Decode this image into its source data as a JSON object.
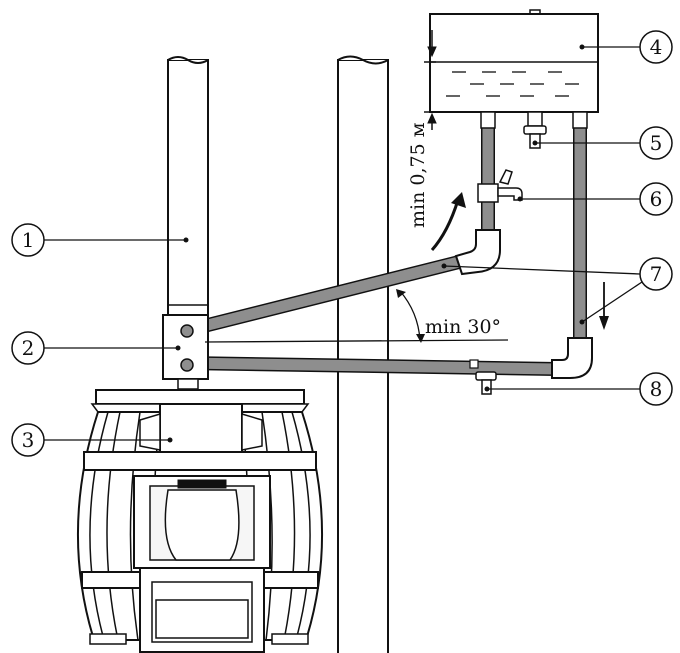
{
  "callouts": [
    {
      "id": "1",
      "text": "1"
    },
    {
      "id": "2",
      "text": "2"
    },
    {
      "id": "3",
      "text": "3"
    },
    {
      "id": "4",
      "text": "4"
    },
    {
      "id": "5",
      "text": "5"
    },
    {
      "id": "6",
      "text": "6"
    },
    {
      "id": "7",
      "text": "7"
    },
    {
      "id": "8",
      "text": "8"
    }
  ],
  "annotations": {
    "min_height": "min 0,75 м",
    "min_angle": "min 30°"
  },
  "colors": {
    "pipe_fill": "#8e8e8e",
    "outline": "#111111",
    "background": "#ffffff"
  }
}
